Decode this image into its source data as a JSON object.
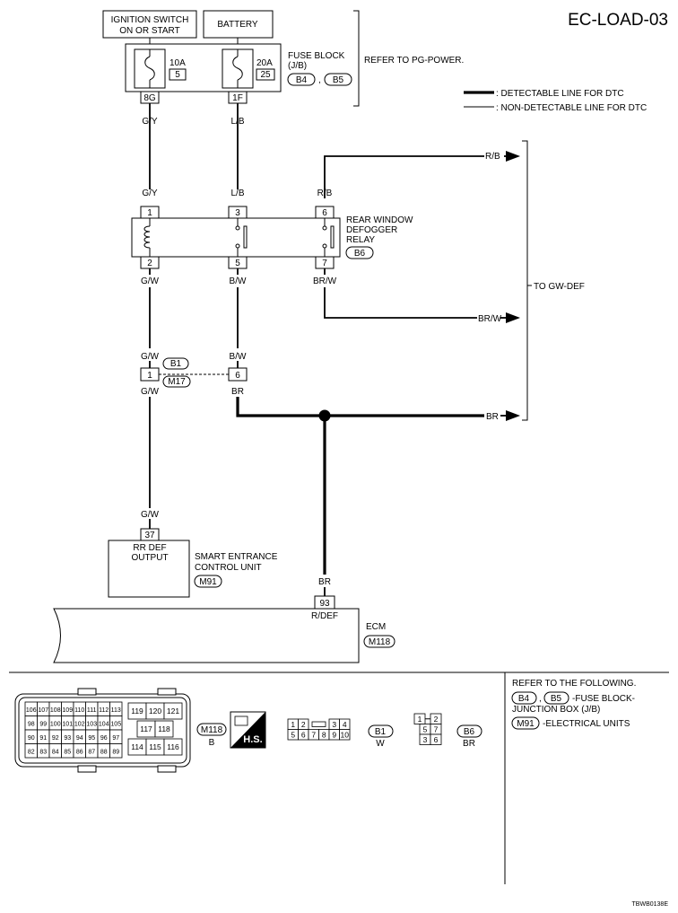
{
  "title": "EC-LOAD-03",
  "image_code": "TBWB0138E",
  "ignition_switch": {
    "line1": "IGNITION SWITCH",
    "line2": "ON OR START"
  },
  "battery_label": "BATTERY",
  "fuse_block": {
    "label_line1": "FUSE BLOCK",
    "label_line2": "(J/B)",
    "connector_a": "B4",
    "connector_b": "B5",
    "separator": ",",
    "refer": "REFER TO PG-POWER.",
    "fuse_left_amp": "10A",
    "fuse_left_no": "5",
    "fuse_right_amp": "20A",
    "fuse_right_no": "25",
    "term_left": "8G",
    "term_right": "1F"
  },
  "legend": {
    "detectable": ": DETECTABLE LINE FOR DTC",
    "non_detectable": ": NON-DETECTABLE LINE FOR DTC"
  },
  "wires": {
    "g_y": "G/Y",
    "l_b": "L/B",
    "r_b": "R/B",
    "g_w": "G/W",
    "b_w": "B/W",
    "br_w": "BR/W",
    "br": "BR"
  },
  "relay": {
    "line1": "REAR WINDOW",
    "line2": "DEFOGGER",
    "line3": "RELAY",
    "connector": "B6",
    "pins": {
      "p1": "1",
      "p2": "2",
      "p3": "3",
      "p5": "5",
      "p6": "6",
      "p7": "7"
    }
  },
  "to_gw_def": "TO GW-DEF",
  "junction": {
    "conn_top": "B1",
    "conn_bottom": "M17",
    "pin_left": "1",
    "pin_right": "6"
  },
  "seu": {
    "pin": "37",
    "inside1": "RR DEF",
    "inside2": "OUTPUT",
    "line1": "SMART ENTRANCE",
    "line2": "CONTROL UNIT",
    "connector": "M91"
  },
  "ecm": {
    "pin": "93",
    "pin_label": "R/DEF",
    "label": "ECM",
    "connector": "M118"
  },
  "bottom": {
    "m118_conn": "M118",
    "m118_color": "B",
    "hs": "H.S.",
    "b1_conn": "B1",
    "b1_color": "W",
    "b6_conn": "B6",
    "b6_color": "BR",
    "refer_title": "REFER TO THE FOLLOWING.",
    "refer_fuse_a": "B4",
    "refer_fuse_b": "B5",
    "refer_fuse_sep": ",",
    "refer_fuse_text1": "-FUSE BLOCK-",
    "refer_fuse_text2": "JUNCTION BOX (J/B)",
    "refer_elec": "M91",
    "refer_elec_text": "-ELECTRICAL UNITS",
    "m118_rows": [
      [
        "106",
        "107",
        "108",
        "109",
        "110",
        "111",
        "112",
        "113"
      ],
      [
        "98",
        "99",
        "100",
        "101",
        "102",
        "103",
        "104",
        "105"
      ],
      [
        "90",
        "91",
        "92",
        "93",
        "94",
        "95",
        "96",
        "97"
      ],
      [
        "82",
        "83",
        "84",
        "85",
        "86",
        "87",
        "88",
        "89"
      ]
    ],
    "m118_block_a": [
      "119",
      "120",
      "121"
    ],
    "m118_block_b": [
      "117",
      "118"
    ],
    "m118_block_c": [
      "114",
      "115",
      "116"
    ],
    "b1_row1": [
      "1",
      "2",
      "3",
      "4"
    ],
    "b1_row2": [
      "5",
      "6",
      "7",
      "8",
      "9",
      "10"
    ],
    "b6_row1": [
      "1",
      "2"
    ],
    "b6_row2": [
      "5",
      "7"
    ],
    "b6_row3": [
      "3",
      "6"
    ]
  }
}
